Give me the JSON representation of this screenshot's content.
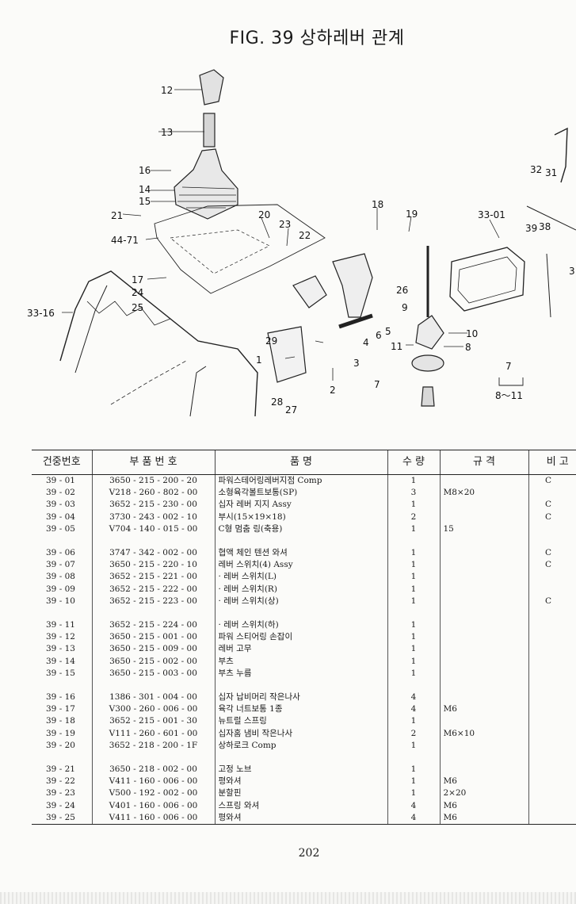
{
  "title": "FIG. 39 상하레버 관계",
  "callouts": [
    "12",
    "13",
    "16",
    "14",
    "15",
    "21",
    "44-71",
    "20",
    "23",
    "22",
    "18",
    "19",
    "33-01",
    "32",
    "31",
    "39",
    "38",
    "33-16",
    "17",
    "24",
    "25",
    "26",
    "9",
    "10",
    "5",
    "6",
    "4",
    "11",
    "8",
    "29",
    "1",
    "3",
    "7",
    "2",
    "28",
    "27",
    "7",
    "8～11",
    "3"
  ],
  "table": {
    "headers": [
      "건중번호",
      "부 품 번 호",
      "품 명",
      "수 량",
      "규 격",
      "비 고"
    ],
    "rows": [
      {
        "no": "39 - 01",
        "part": "3650 - 215 - 200 - 20",
        "name": "파워스테어링레버지점 Comp",
        "qty": "1",
        "spec": "",
        "note": "C"
      },
      {
        "no": "39 - 02",
        "part": "V218 - 260 - 802 - 00",
        "name": "소형육각볼트보통(SP)",
        "qty": "3",
        "spec": "M8×20",
        "note": ""
      },
      {
        "no": "39 - 03",
        "part": "3652 - 215 - 230 - 00",
        "name": "십자 레버 지지 Assy",
        "qty": "1",
        "spec": "",
        "note": "C"
      },
      {
        "no": "39 - 04",
        "part": "3730 - 243 - 002 - 10",
        "name": "부시(15×19×18)",
        "qty": "2",
        "spec": "",
        "note": "C"
      },
      {
        "no": "39 - 05",
        "part": "V704 - 140 - 015 - 00",
        "name": "C형 멈춤 링(축용)",
        "qty": "1",
        "spec": "15",
        "note": ""
      },
      {
        "gap": true
      },
      {
        "no": "39 - 06",
        "part": "3747 - 342 - 002 - 00",
        "name": "협액 체인 텐션 와셔",
        "qty": "1",
        "spec": "",
        "note": "C"
      },
      {
        "no": "39 - 07",
        "part": "3650 - 215 - 220 - 10",
        "name": "레버 스위치(4) Assy",
        "qty": "1",
        "spec": "",
        "note": "C"
      },
      {
        "no": "39 - 08",
        "part": "3652 - 215 - 221 - 00",
        "name": "· 레버 스위치(L)",
        "qty": "1",
        "spec": "",
        "note": ""
      },
      {
        "no": "39 - 09",
        "part": "3652 - 215 - 222 - 00",
        "name": "· 레버 스위치(R)",
        "qty": "1",
        "spec": "",
        "note": ""
      },
      {
        "no": "39 - 10",
        "part": "3652 - 215 - 223 - 00",
        "name": "· 레버 스위치(상)",
        "qty": "1",
        "spec": "",
        "note": "C"
      },
      {
        "gap": true
      },
      {
        "no": "39 - 11",
        "part": "3652 - 215 - 224 - 00",
        "name": "· 레버 스위치(하)",
        "qty": "1",
        "spec": "",
        "note": ""
      },
      {
        "no": "39 - 12",
        "part": "3650 - 215 - 001 - 00",
        "name": "파워 스티어링 손잡이",
        "qty": "1",
        "spec": "",
        "note": ""
      },
      {
        "no": "39 - 13",
        "part": "3650 - 215 - 009 - 00",
        "name": "레버 고무",
        "qty": "1",
        "spec": "",
        "note": ""
      },
      {
        "no": "39 - 14",
        "part": "3650 - 215 - 002 - 00",
        "name": "부츠",
        "qty": "1",
        "spec": "",
        "note": ""
      },
      {
        "no": "39 - 15",
        "part": "3650 - 215 - 003 - 00",
        "name": "부츠 누름",
        "qty": "1",
        "spec": "",
        "note": ""
      },
      {
        "gap": true
      },
      {
        "no": "39 - 16",
        "part": "1386 - 301 - 004 - 00",
        "name": "십자 납비머리 작은나사",
        "qty": "4",
        "spec": "",
        "note": ""
      },
      {
        "no": "39 - 17",
        "part": "V300 - 260 - 006 - 00",
        "name": "육각 너트보통 1종",
        "qty": "4",
        "spec": "M6",
        "note": ""
      },
      {
        "no": "39 - 18",
        "part": "3652 - 215 - 001 - 30",
        "name": "뉴트럴 스프링",
        "qty": "1",
        "spec": "",
        "note": ""
      },
      {
        "no": "39 - 19",
        "part": "V111 - 260 - 601 - 00",
        "name": "십자홈 냄비 작은나사",
        "qty": "2",
        "spec": "M6×10",
        "note": ""
      },
      {
        "no": "39 - 20",
        "part": "3652 - 218 - 200 - 1F",
        "name": "상하로크 Comp",
        "qty": "1",
        "spec": "",
        "note": ""
      },
      {
        "gap": true
      },
      {
        "no": "39 - 21",
        "part": "3650 - 218 - 002 - 00",
        "name": "고정 노브",
        "qty": "1",
        "spec": "",
        "note": ""
      },
      {
        "no": "39 - 22",
        "part": "V411 - 160 - 006 - 00",
        "name": "평와셔",
        "qty": "1",
        "spec": "M6",
        "note": ""
      },
      {
        "no": "39 - 23",
        "part": "V500 - 192 - 002 - 00",
        "name": "분할핀",
        "qty": "1",
        "spec": "2×20",
        "note": ""
      },
      {
        "no": "39 - 24",
        "part": "V401 - 160 - 006 - 00",
        "name": "스프링 와셔",
        "qty": "4",
        "spec": "M6",
        "note": ""
      },
      {
        "no": "39 - 25",
        "part": "V411 - 160 - 006 - 00",
        "name": "평와셔",
        "qty": "4",
        "spec": "M6",
        "note": ""
      }
    ]
  },
  "page_number": "202"
}
